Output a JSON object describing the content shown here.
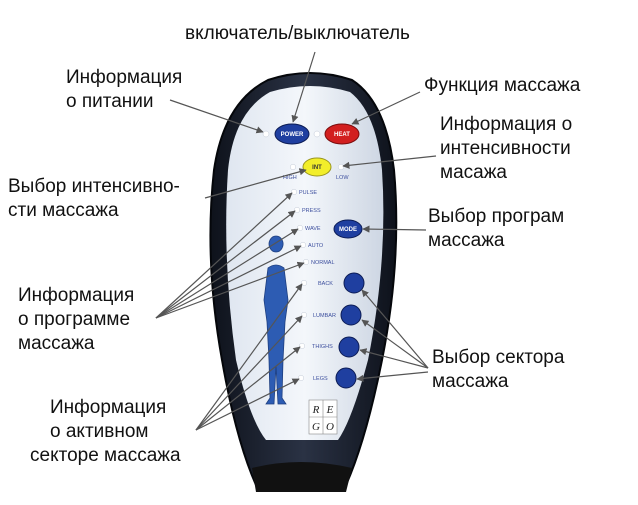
{
  "annotations": {
    "power_switch": "включатель/выключатель",
    "power_info": [
      "Информация",
      "о питании"
    ],
    "massage_function": "Функция массажа",
    "intensity_info": [
      "Информация о",
      "интенсивности",
      "масажа"
    ],
    "intensity_select": [
      "Выбор интенсивно-",
      "сти массажа"
    ],
    "program_select": [
      "Выбор програм",
      "массажа"
    ],
    "program_info": [
      "Информация",
      "о программе",
      "массажа"
    ],
    "sector_select": [
      "Выбор сектора",
      "массажа"
    ],
    "sector_info": [
      "Информация",
      "о активном",
      "секторе массажа"
    ]
  },
  "remote": {
    "buttons": {
      "power": "POWER",
      "heat": "HEAT",
      "int": "INT",
      "mode": "MODE"
    },
    "intensity_labels": [
      "HIGH",
      "LOW"
    ],
    "programs": [
      "PULSE",
      "PRESS",
      "WAVE",
      "AUTO",
      "NORMAL"
    ],
    "sectors": [
      "BACK",
      "LUMBAR",
      "THIGHS",
      "LEGS"
    ],
    "logo": [
      "R",
      "E",
      "G",
      "O"
    ]
  },
  "colors": {
    "remote_body": "#1c2230",
    "face_panel": "#e6ecf4",
    "button_blue": "#1f3fa0",
    "button_red": "#d21f1f",
    "button_yellow": "#f2ee2a",
    "indicator": "#ffffff",
    "silhouette": "#2d5cb3",
    "arrow": "#555555"
  }
}
